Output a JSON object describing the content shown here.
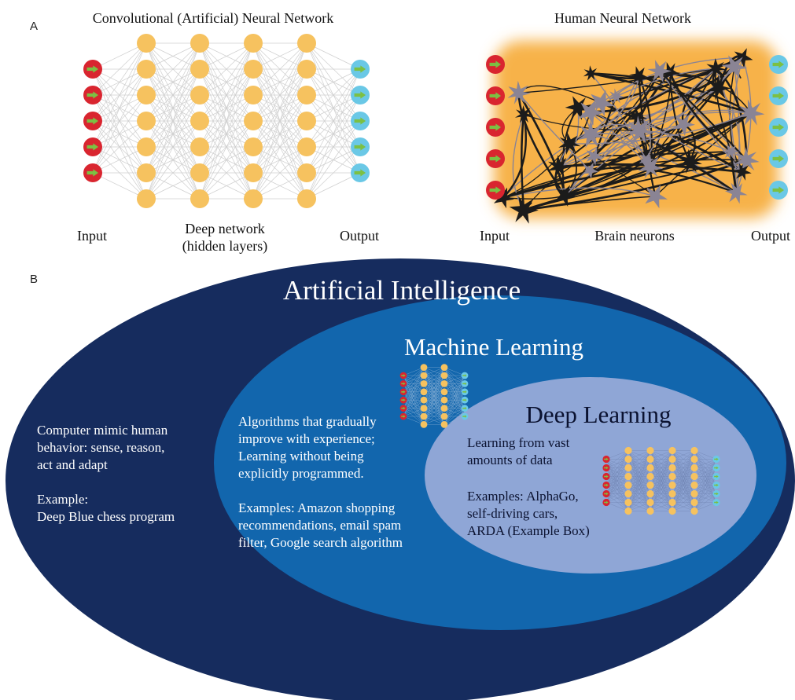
{
  "panel_a": {
    "letter": "A",
    "ann": {
      "title": "Convolutional (Artificial) Neural Network",
      "input_label": "Input",
      "hidden_label_line1": "Deep network",
      "hidden_label_line2": "(hidden layers)",
      "output_label": "Output"
    },
    "human": {
      "title": "Human Neural Network",
      "input_label": "Input",
      "middle_label": "Brain neurons",
      "output_label": "Output"
    }
  },
  "panel_b": {
    "letter": "B",
    "ai": {
      "title": "Artificial Intelligence",
      "desc": [
        "Computer mimic human",
        "behavior: sense, reason,",
        "act and adapt"
      ],
      "example": [
        "Example:",
        "Deep Blue chess program"
      ]
    },
    "ml": {
      "title": "Machine Learning",
      "desc": [
        "Algorithms that gradually",
        "improve with experience;",
        "Learning without being",
        "explicitly programmed."
      ],
      "example": [
        "Examples: Amazon shopping",
        "recommendations, email spam",
        "filter, Google search algorithm"
      ]
    },
    "dl": {
      "title": "Deep Learning",
      "desc": [
        "Learning from vast",
        "amounts of data"
      ],
      "example": [
        "Examples: AlphaGo,",
        "self-driving cars,",
        "ARDA (Example Box)"
      ]
    }
  },
  "colors": {
    "input_node": "#d9252f",
    "input_arrow": "#7cc043",
    "hidden_node": "#f6c25f",
    "output_node": "#6ac8e6",
    "ai_fill": "#162c5e",
    "ml_fill": "#1266ad",
    "dl_fill": "#8fa6d6",
    "brain_glow": "#f7b24a",
    "neuron_dark": "#1b1b1b",
    "neuron_gray": "#8a8494"
  }
}
